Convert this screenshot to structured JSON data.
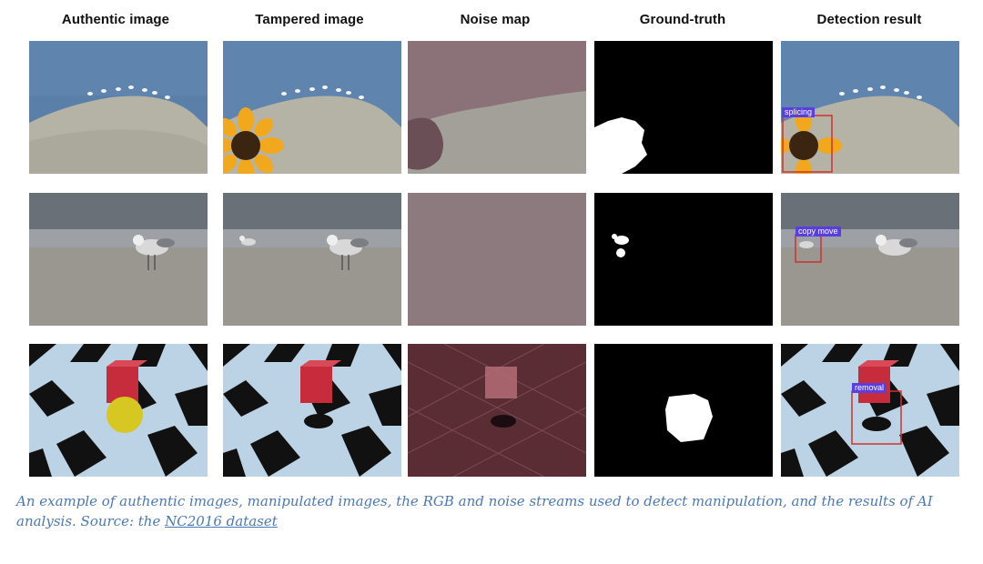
{
  "columns": [
    "Authentic image",
    "Tampered image",
    "Noise map",
    "Ground-truth",
    "Detection result"
  ],
  "rows": [
    {
      "scene": "rock-with-birds",
      "detection_label": "splicing",
      "cells": [
        "rock-birds-authentic",
        "rock-birds-tampered-sunflower",
        "rock-birds-noise-map",
        "sunflower-mask",
        "rock-birds-detection"
      ]
    },
    {
      "scene": "seagull-on-beach",
      "detection_label": "copy move",
      "cells": [
        "seagull-authentic",
        "seagull-tampered-copy",
        "seagull-noise-map",
        "seagull-mask",
        "seagull-detection"
      ]
    },
    {
      "scene": "checkerboard-cube-ball",
      "detection_label": "removal",
      "cells": [
        "checker-authentic",
        "checker-tampered-ball-removed",
        "checker-noise-map",
        "ball-mask",
        "checker-detection"
      ]
    }
  ],
  "caption": {
    "text": "An example of authentic images, manipulated images, the RGB and noise streams used to detect manipulation, and the results of AI analysis. Source: the ",
    "link_text": "NC2016 dataset"
  },
  "colors": {
    "caption": "#4a78b8",
    "detection_box": "#d0312d",
    "detection_label_bg": "#5a3fe0"
  }
}
